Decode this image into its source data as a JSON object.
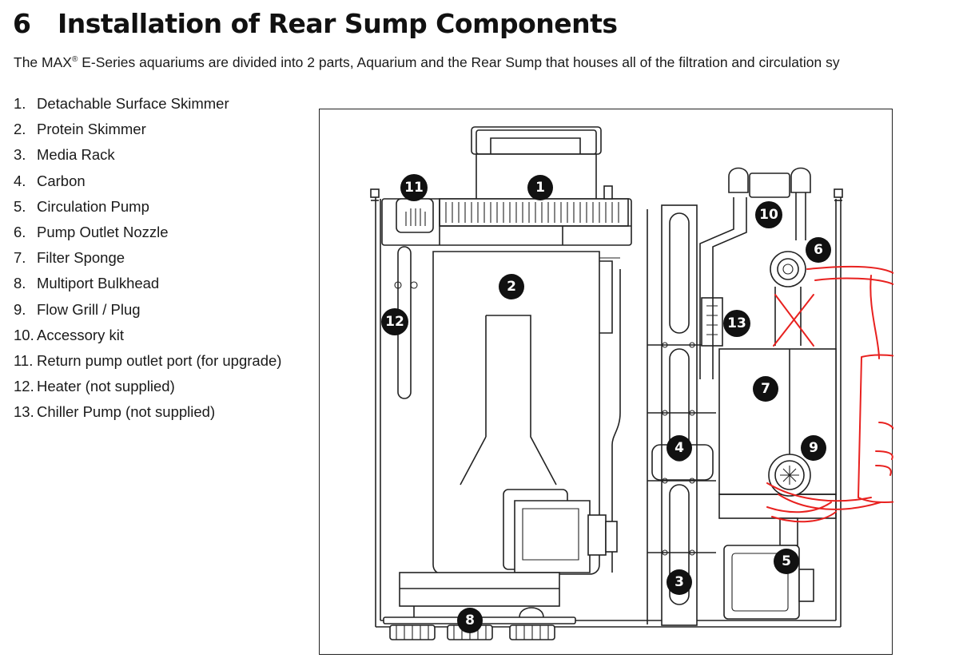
{
  "section": {
    "number": "6",
    "title": "Installation of Rear Sump Components"
  },
  "intro": {
    "brand": "The MAX",
    "registered": "®",
    "text": " E-Series aquariums are divided into 2 parts, Aquarium and the Rear Sump that houses all of the filtration and circulation sy"
  },
  "parts": [
    {
      "num": "1.",
      "label": "Detachable Surface Skimmer"
    },
    {
      "num": "2.",
      "label": "Protein Skimmer"
    },
    {
      "num": "3.",
      "label": "Media Rack"
    },
    {
      "num": "4.",
      "label": "Carbon"
    },
    {
      "num": "5.",
      "label": "Circulation Pump"
    },
    {
      "num": "6.",
      "label": "Pump Outlet Nozzle"
    },
    {
      "num": "7.",
      "label": "Filter Sponge"
    },
    {
      "num": "8.",
      "label": "Multiport Bulkhead"
    },
    {
      "num": "9.",
      "label": "Flow Grill / Plug"
    },
    {
      "num": "10.",
      "label": "Accessory kit"
    },
    {
      "num": "11.",
      "label": "Return pump outlet port (for upgrade)"
    },
    {
      "num": "12.",
      "label": "Heater (not supplied)"
    },
    {
      "num": "13.",
      "label": "Chiller Pump (not supplied)"
    }
  ],
  "callouts": {
    "c1": "1",
    "c2": "2",
    "c3": "3",
    "c4": "4",
    "c5": "5",
    "c6": "6",
    "c7": "7",
    "c8": "8",
    "c9": "9",
    "c10": "10",
    "c11": "11",
    "c12": "12",
    "c13": "13"
  },
  "colors": {
    "text": "#1a1a1a",
    "callout": "#111111",
    "markup": "#e8211f"
  }
}
